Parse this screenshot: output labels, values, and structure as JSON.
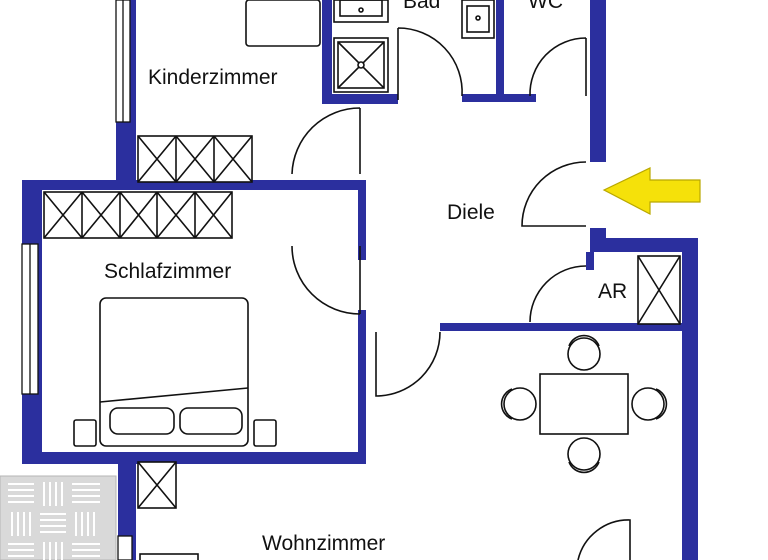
{
  "plan": {
    "wall_color": "#2b2f9e",
    "arrow_color": "#f5e10a",
    "furniture_line_color": "#111111",
    "rooms": {
      "kinderzimmer": "Kinderzimmer",
      "bad": "Bad",
      "wc": "WC",
      "diele": "Diele",
      "schlafzimmer": "Schlafzimmer",
      "ar": "AR",
      "wohnzimmer": "Wohnzimmer"
    }
  }
}
